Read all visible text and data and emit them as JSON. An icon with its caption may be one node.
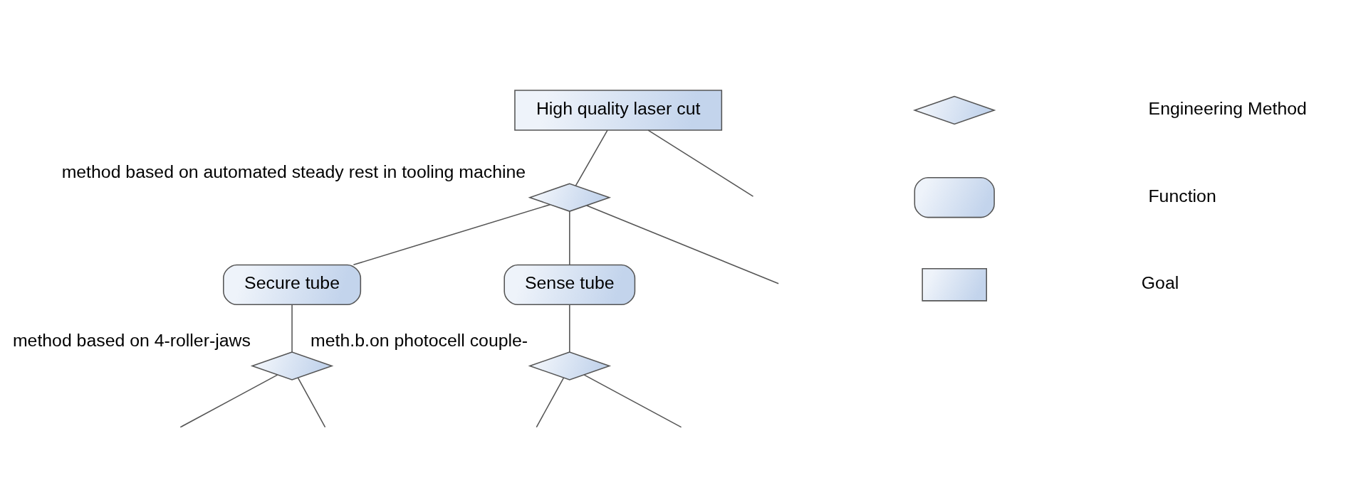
{
  "diagram": {
    "nodes": [
      {
        "text": [
          "High quality laser cut"
        ]
      },
      {
        "text": [],
        "shape": "diamond",
        "beside": [
          "method based on automated steady rest in tooling machine"
        ]
      },
      {
        "text": [
          "Secure tube"
        ]
      },
      {
        "text": [
          "Sense tube"
        ]
      },
      {
        "text": [],
        "shape": "diamond",
        "beside": [
          "method based on 4-roller-jaws"
        ]
      },
      {
        "text": [],
        "shape": "diamond",
        "beside": [
          "meth.b.on photocell couple-"
        ]
      },
      {
        "text": [],
        "shape": "diamond"
      },
      {
        "text": [],
        "shape": "capsule"
      },
      {
        "text": [],
        "shape": "box"
      }
    ],
    "edges": [
      {
        "from": 0,
        "to": null,
        "arrow": "none"
      },
      {
        "from": 0,
        "to": 1,
        "arrow": "none"
      },
      {
        "from": 1,
        "to": null,
        "arrow": "none"
      },
      {
        "from": 1,
        "to": 2,
        "arrow": "none"
      },
      {
        "from": 1,
        "to": 3,
        "arrow": "none"
      },
      {
        "from": 2,
        "to": 4,
        "arrow": "none"
      },
      {
        "from": 3,
        "to": 5,
        "arrow": "none"
      },
      {
        "from": 4,
        "to": null,
        "arrow": "none"
      },
      {
        "from": 4,
        "to": null,
        "arrow": "none"
      },
      {
        "from": 5,
        "to": null,
        "arrow": "none"
      },
      {
        "from": 5,
        "to": null,
        "arrow": "none"
      }
    ],
    "legend": [
      {
        "text": "Engineering Method"
      },
      {
        "text": "Function"
      },
      {
        "text": "Goal"
      }
    ]
  }
}
